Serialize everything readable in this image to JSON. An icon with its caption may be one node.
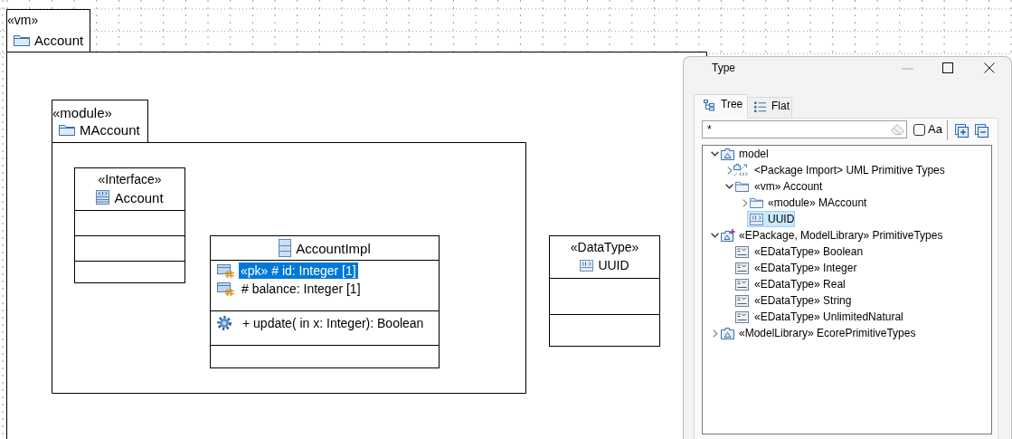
{
  "diagram": {
    "nodes": [
      {
        "text": [
          "«vm»",
          "Account"
        ]
      },
      {
        "text": [
          "«module»",
          "MAccount"
        ],
        "in": 0
      },
      {
        "text": [
          "«Interface»",
          "Account"
        ],
        "in": 1
      },
      {
        "text": [
          "AccountImpl",
          "«pk» # id: Integer [1]",
          "# balance: Integer [1]",
          "+ update( in x: Integer): Boolean"
        ],
        "in": 1
      },
      {
        "text": [
          "«DataType»",
          "UUID"
        ],
        "in": 0
      },
      {
        "text": [
          "Type",
          "Tree",
          "Flat",
          "*",
          "Aa",
          "model",
          "<Package Import> UML Primitive Types",
          "«vm» Account",
          "«module» MAccount",
          "UUID",
          "«EPackage, ModelLibrary» PrimitiveTypes",
          "«EDataType» Boolean",
          "«EDataType» Integer",
          "«EDataType» Real",
          "«EDataType» String",
          "«EDataType» UnlimitedNatural",
          "«ModelLibrary» EcorePrimitiveTypes"
        ]
      }
    ]
  }
}
